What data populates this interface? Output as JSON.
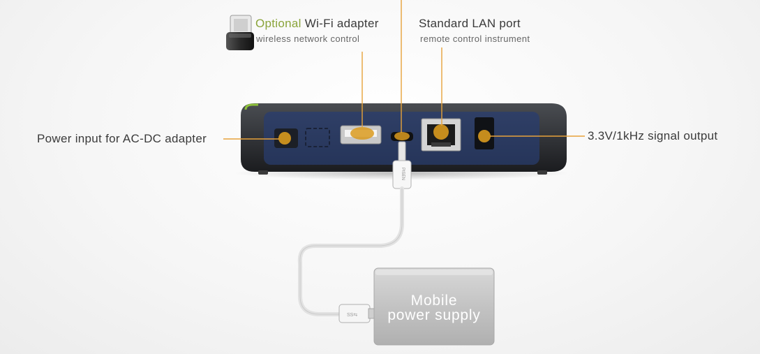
{
  "labels": {
    "wifi_optional": "Optional",
    "wifi_title": "Wi-Fi adapter",
    "wifi_sub": "wireless network control",
    "lan_title": "Standard LAN port",
    "lan_sub": "remote control instrument",
    "power": "Power input for AC-DC adapter",
    "signal": "3.3V/1kHz signal output",
    "mobile_line1": "Mobile",
    "mobile_line2": "power supply",
    "cable_brand": "PISEN"
  },
  "colors": {
    "accent": "#e7a23a",
    "marker": "#d99a1e",
    "optional_text": "#8aa43a",
    "device_body": "#2b3a5e"
  }
}
